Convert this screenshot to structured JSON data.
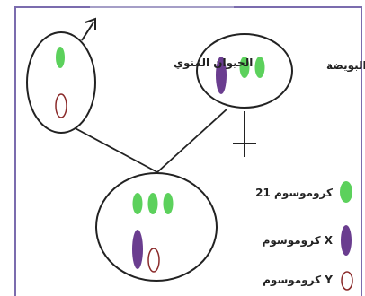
{
  "labels": {
    "sperm": "الحيوان المنوي",
    "egg": "البويضة"
  },
  "legend": [
    {
      "key": "chromosome-21",
      "text": "كروموسوم 21",
      "fill": "#5cd15c",
      "stroke": "#5cd15c"
    },
    {
      "key": "chromosome-x",
      "text": "كروموسوم X",
      "fill": "#6a3d8f",
      "stroke": "#6a3d8f"
    },
    {
      "key": "chromosome-y",
      "text": "كروموسوم Y",
      "fill": "#ffffff",
      "stroke": "#8a2a2a"
    }
  ],
  "colors": {
    "frame": "#7b6cae",
    "outline": "#222222",
    "chromosome_21": "#5cd15c",
    "chromosome_x": "#6a3d8f",
    "chromosome_y_outline": "#8a2a2a"
  },
  "symbols": {
    "male": "male-symbol-icon",
    "female": "female-symbol-icon"
  }
}
